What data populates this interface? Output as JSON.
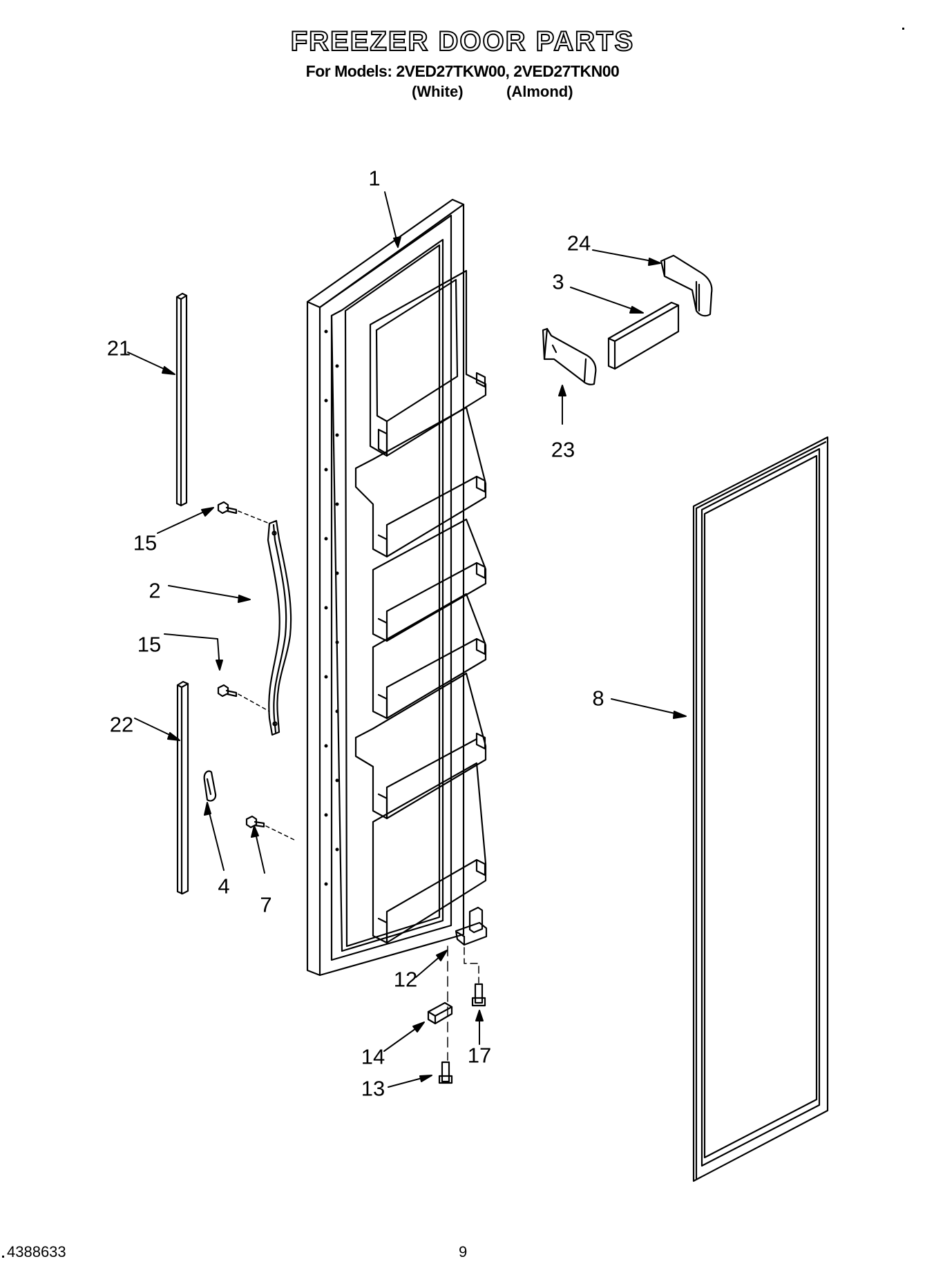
{
  "header": {
    "title": "FREEZER DOOR PARTS",
    "models": "For Models: 2VED27TKW00, 2VED27TKN00",
    "color_white": "(White)",
    "color_almond": "(Almond)"
  },
  "callouts": {
    "c1": "1",
    "c2": "2",
    "c3": "3",
    "c4": "4",
    "c7": "7",
    "c8": "8",
    "c12": "12",
    "c13": "13",
    "c14": "14",
    "c15a": "15",
    "c15b": "15",
    "c17": "17",
    "c21": "21",
    "c22": "22",
    "c23": "23",
    "c24": "24"
  },
  "footer": {
    "doc_number": "4388633",
    "page_number": "9"
  }
}
